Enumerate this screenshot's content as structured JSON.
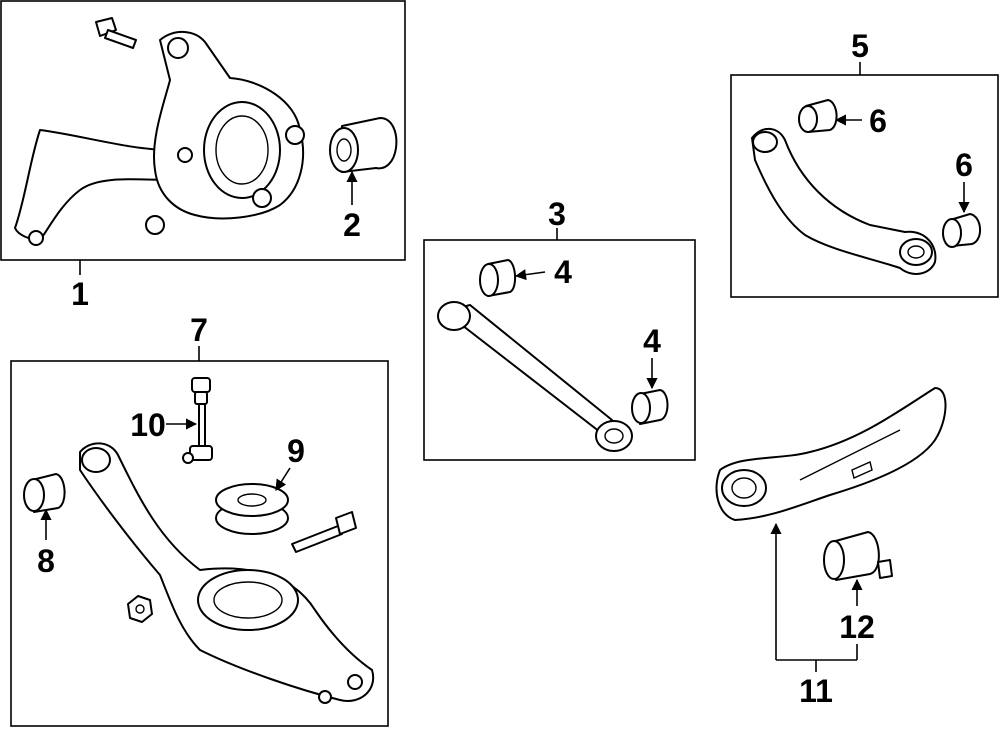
{
  "callouts": {
    "c1": "1",
    "c2": "2",
    "c3": "3",
    "c4a": "4",
    "c4b": "4",
    "c5": "5",
    "c6a": "6",
    "c6b": "6",
    "c7": "7",
    "c8": "8",
    "c9": "9",
    "c10": "10",
    "c11": "11",
    "c12": "12"
  },
  "colors": {
    "line": "#000000",
    "background": "#ffffff"
  }
}
